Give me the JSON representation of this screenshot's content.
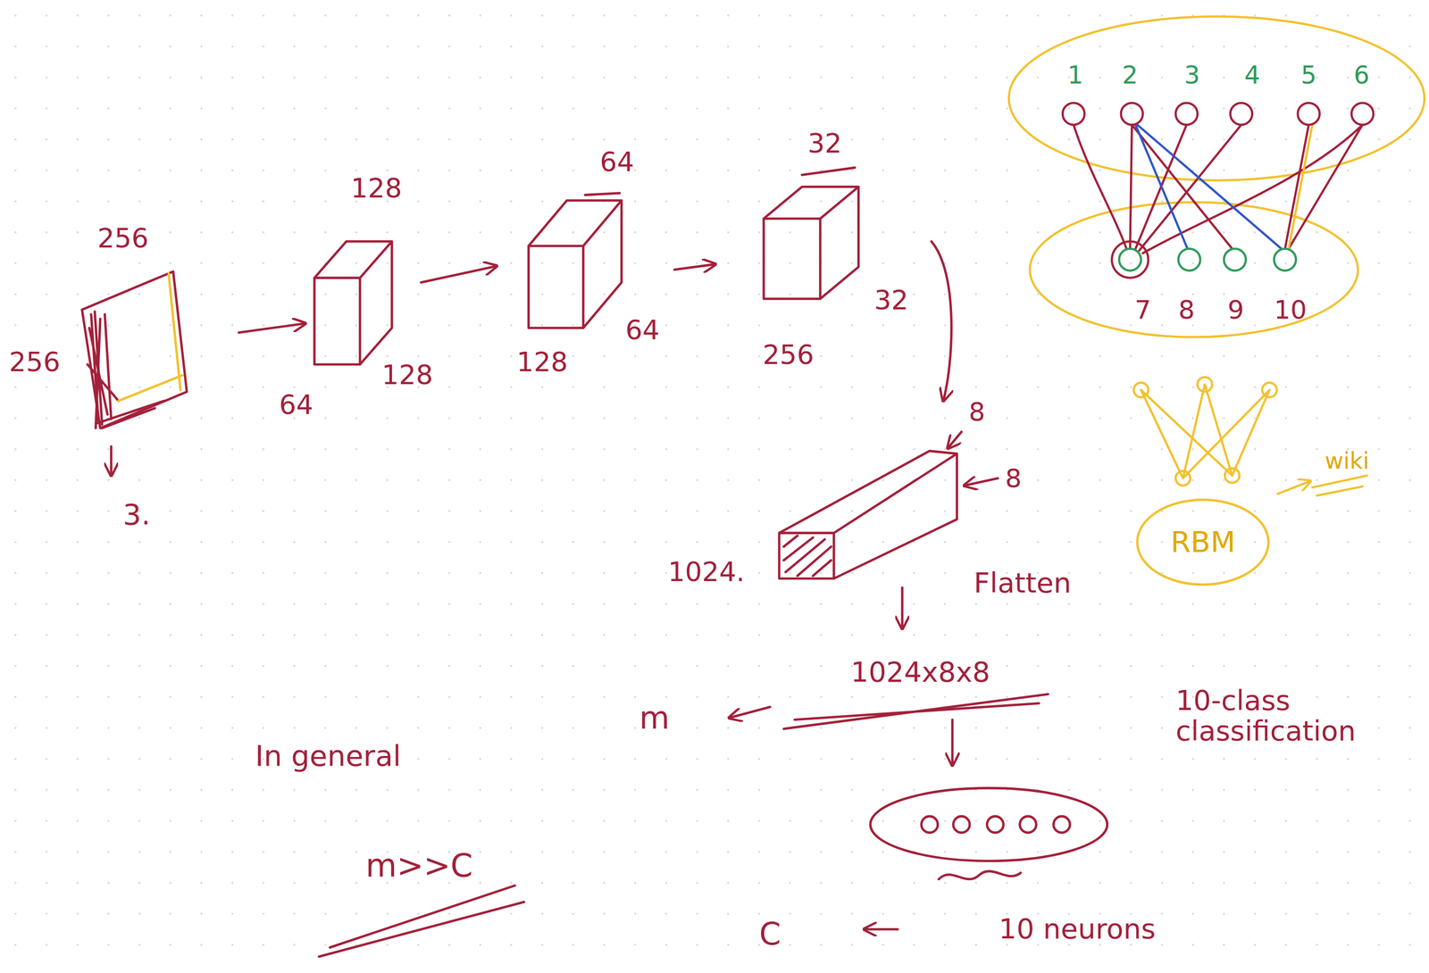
{
  "diagram": {
    "nodes": [
      {
        "text": [
          "RBM"
        ]
      }
    ],
    "labels": [
      "256",
      "256",
      "3.",
      "128",
      "64",
      "128",
      "64",
      "128",
      "64",
      "32",
      "256",
      "32",
      "8",
      "8",
      "1024.",
      "Flatten",
      "1024x8x8",
      "m",
      "10-class classification",
      "In general",
      "m>>C",
      "C",
      "10 neurons",
      "1",
      "2",
      "3",
      "4",
      "5",
      "6",
      "7",
      "8",
      "9",
      "10",
      "wiki"
    ]
  }
}
